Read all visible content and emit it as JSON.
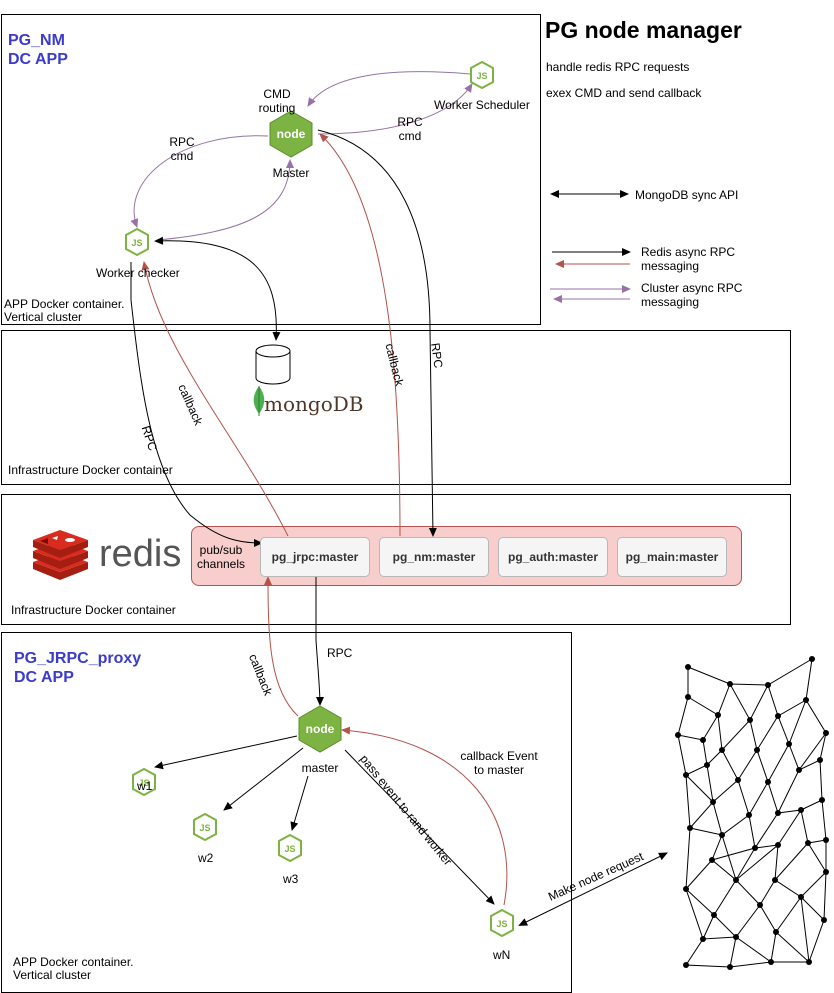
{
  "title": "PG node manager",
  "notes": [
    "handle redis RPC requests",
    "exex CMD and send callback"
  ],
  "legend": {
    "mongodb": "MongoDB sync API",
    "redis": [
      "Redis async RPC",
      "messaging"
    ],
    "cluster": [
      "Cluster async RPC",
      "messaging"
    ]
  },
  "pg_nm": {
    "title_lines": [
      "PG_NM",
      "DC APP"
    ],
    "container_lines": [
      "APP Docker container.",
      "Vertical cluster"
    ],
    "cmd_routing": [
      "CMD",
      "routing"
    ],
    "master": "Master",
    "worker_scheduler": "Worker Scheduler",
    "worker_checker": "Worker checker",
    "rpc_cmd_left": [
      "RPC",
      "cmd"
    ],
    "rpc_cmd_right": [
      "RPC",
      "cmd"
    ]
  },
  "infra_mongo": {
    "container": "Infrastructure Docker container",
    "logo_text": "mongoDB"
  },
  "edge_labels": {
    "rpc_left": "RPC",
    "callback_left": "callback",
    "callback_mid": "callback",
    "rpc_mid": "RPC",
    "rpc_proxy": "RPC",
    "callback_proxy": "callback",
    "pass_event": "pass event to rand worker",
    "callback_event": [
      "callback Event",
      "to master"
    ],
    "make_node_request": "Make node request"
  },
  "infra_redis": {
    "container": "Infrastructure Docker container",
    "logo_text": "redis",
    "pubsub": [
      "pub/sub",
      "channels"
    ],
    "channels": [
      "pg_jrpc:master",
      "pg_nm:master",
      "pg_auth:master",
      "pg_main:master"
    ]
  },
  "proxy": {
    "title_lines": [
      "PG_JRPC_proxy",
      "DC APP"
    ],
    "container_lines": [
      "APP Docker container.",
      "Vertical cluster"
    ],
    "master": "master",
    "workers": [
      "w1",
      "w2",
      "w3",
      "wN"
    ]
  },
  "node_logo_text": "node",
  "js_icon_text": "JS",
  "colors": {
    "title_blue": "#3b3bcc",
    "redis_async": "#b5524a",
    "cluster_async": "#9673a6",
    "node_green": "#7cb342",
    "redis_red": "#c62828",
    "channels_bg": "#f8cecc",
    "channels_border": "#b85450"
  }
}
